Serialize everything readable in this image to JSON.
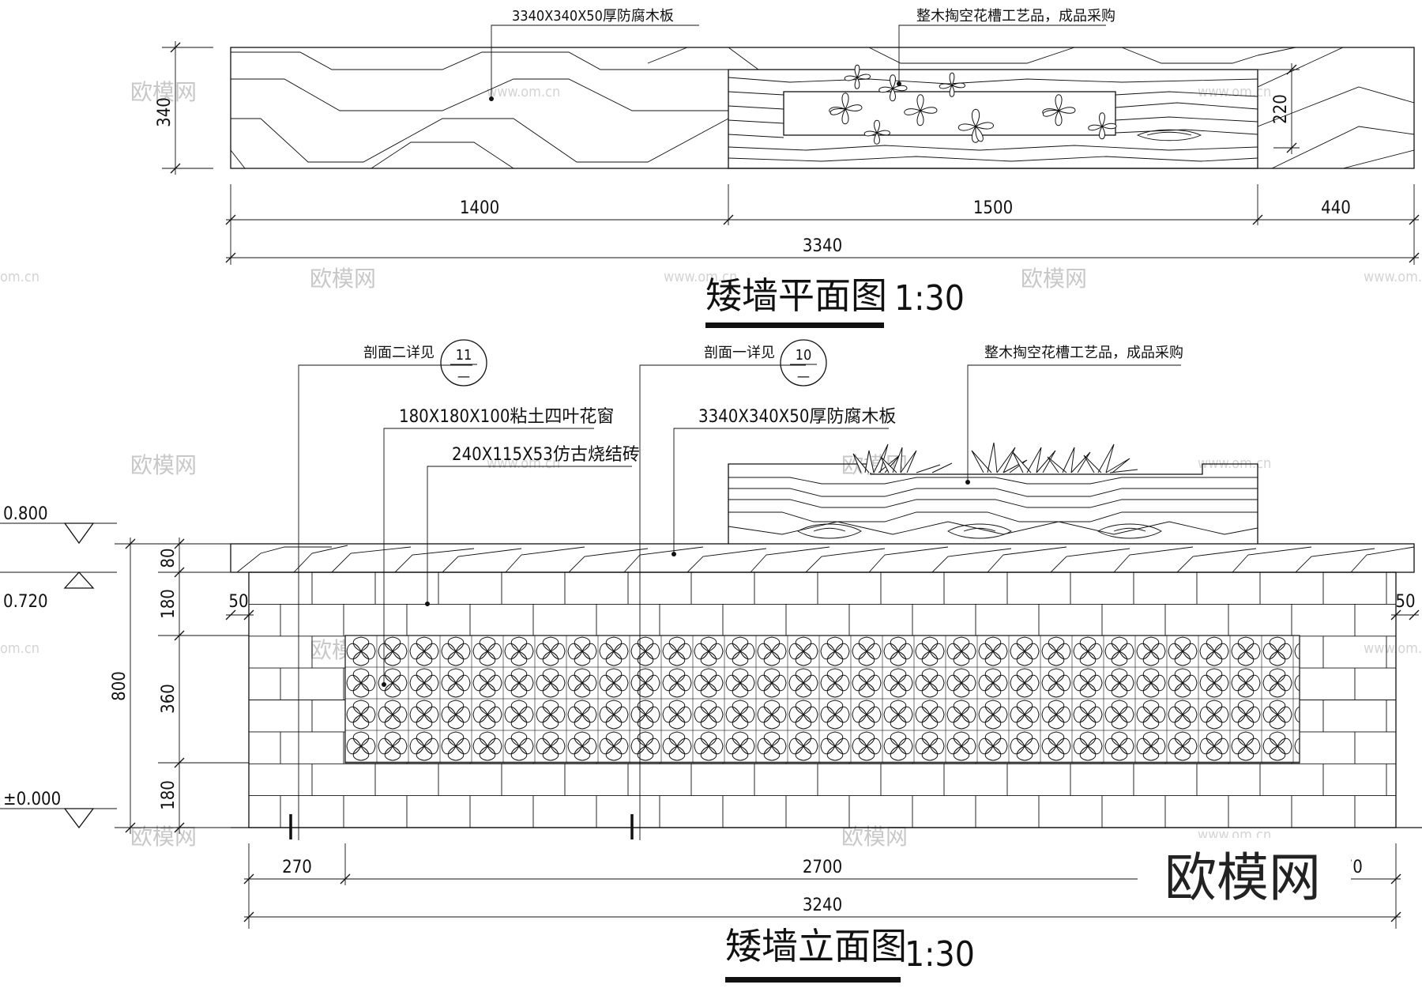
{
  "plan": {
    "title": "矮墙平面图",
    "scale": "1:30",
    "notes": {
      "board": "3340X340X50厚防腐木板",
      "planter": "整木掏空花槽工艺品，成品采购"
    },
    "dims": {
      "depth": "340",
      "planter_depth": "220",
      "seg1": "1400",
      "seg2": "1500",
      "seg3": "440",
      "total": "3340"
    }
  },
  "elevation": {
    "title": "矮墙立面图",
    "scale": "1:30",
    "notes": {
      "section2": "剖面二详见",
      "section2_no": "11",
      "section1": "剖面一详见",
      "section1_no": "10",
      "planter": "整木掏空花槽工艺品，成品采购",
      "window": "180X180X100粘土四叶花窗",
      "board": "3340X340X50厚防腐木板",
      "brick": "240X115X53仿古烧结砖"
    },
    "levels": {
      "top": "0.800",
      "cap": "0.720",
      "ground": "±0.000"
    },
    "vdims": {
      "total": "800",
      "cap": "80",
      "upper": "180",
      "window": "360",
      "lower": "180"
    },
    "hdims": {
      "left_offset": "50",
      "right_offset": "50",
      "left": "270",
      "middle": "2700",
      "right": "270",
      "total": "3240"
    }
  },
  "watermarks": {
    "brand": "欧模网",
    "url": "www.om.cn",
    "url_short": "om.cn"
  }
}
